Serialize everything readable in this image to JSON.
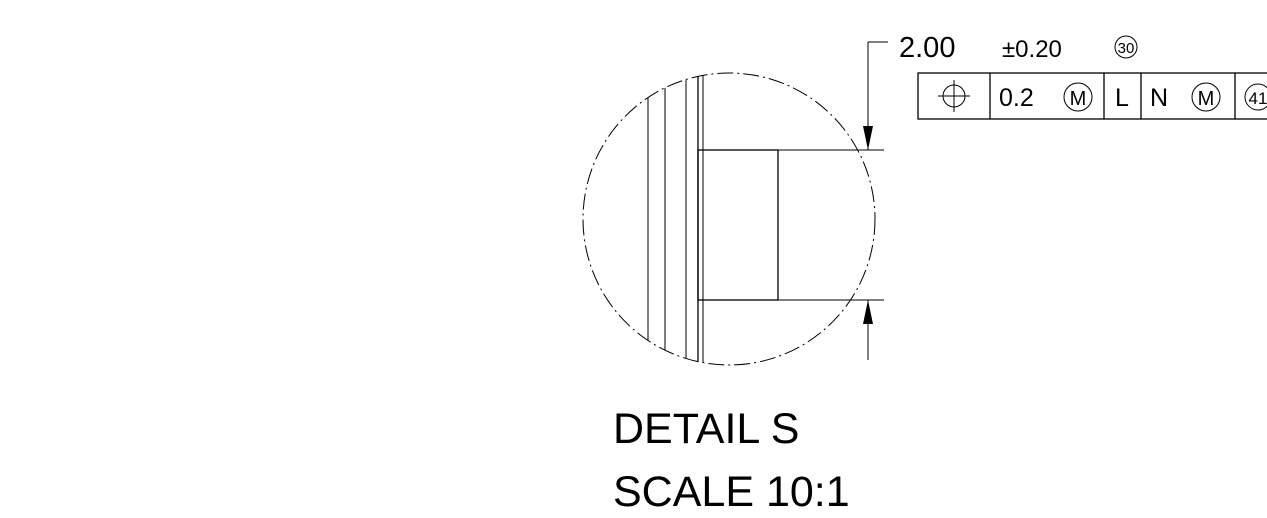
{
  "dimension": {
    "value": "2.00",
    "tolerance": "±0.20",
    "balloon": "30"
  },
  "feature_control_frame": {
    "symbol": "position-icon",
    "tolerance": "0.2",
    "tolerance_modifier": "M",
    "datum_primary": "L",
    "datum_secondary": "N",
    "datum_secondary_modifier": "M",
    "balloon": "41"
  },
  "detail_label": {
    "title": "DETAIL S",
    "scale": "SCALE 10:1"
  }
}
